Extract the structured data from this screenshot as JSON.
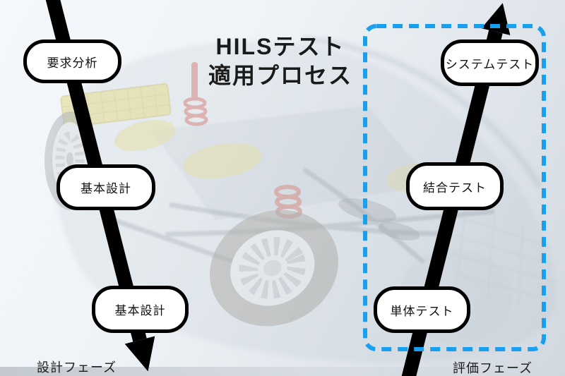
{
  "diagram": {
    "title": {
      "line1": "HILSテスト",
      "line2": "適用プロセス"
    },
    "design_phase": {
      "label": "設計フェーズ",
      "steps": [
        {
          "label": "要求分析"
        },
        {
          "label": "基本設計"
        },
        {
          "label": "基本設計"
        }
      ]
    },
    "evaluation_phase": {
      "label": "評価フェーズ",
      "steps": [
        {
          "label": "システムテスト"
        },
        {
          "label": "結合テスト"
        },
        {
          "label": "単体テスト"
        }
      ]
    }
  },
  "icons": {
    "design_flow_arrow": "thick-down-arrow",
    "evaluation_flow_arrow": "thick-up-arrow",
    "evaluation_scope": "blue-dashed-rounded-box",
    "background": "transparent-car-chassis-photo"
  },
  "colors": {
    "dashed_box": "#18a0ee",
    "arrow": "#000000",
    "box_fill": "#ffffff",
    "box_border": "#000000",
    "text": "#1a1a1a"
  }
}
